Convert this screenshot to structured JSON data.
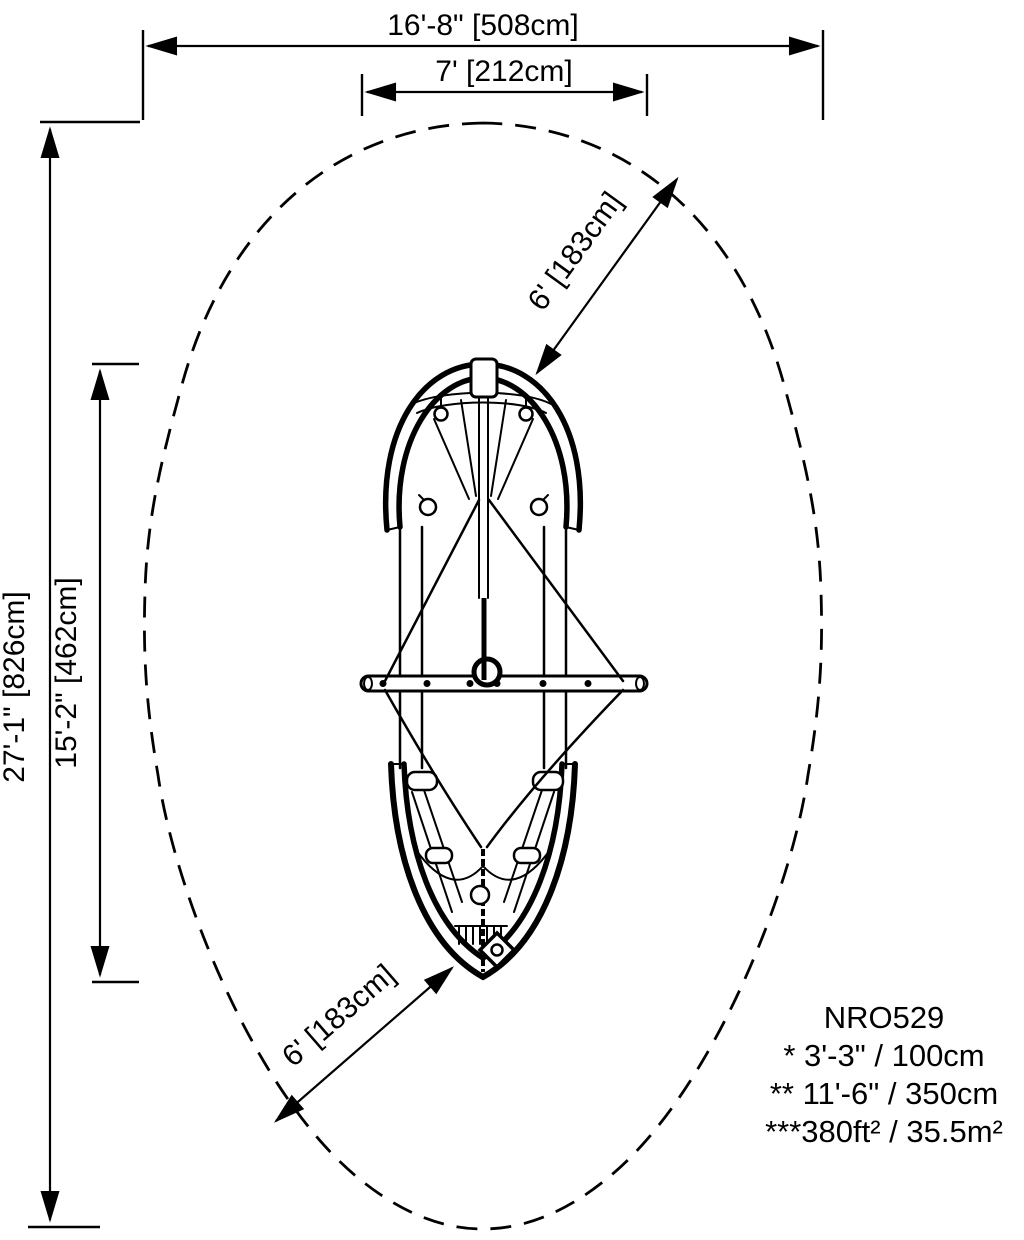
{
  "colors": {
    "line": "#000000",
    "background": "#ffffff"
  },
  "dimensions": {
    "overall_width": "16'-8\" [508cm]",
    "inner_width": "7' [212cm]",
    "overall_length": "27'-1\" [826cm]",
    "structure_length": "15'-2\" [462cm]",
    "clearance_upper": "6' [183cm]",
    "clearance_lower": "6' [183cm]"
  },
  "legend": {
    "model": "NRO529",
    "notes": [
      "* 3'-3\" / 100cm",
      "** 11'-6\" / 350cm",
      "***380ft² / 35.5m²"
    ]
  }
}
